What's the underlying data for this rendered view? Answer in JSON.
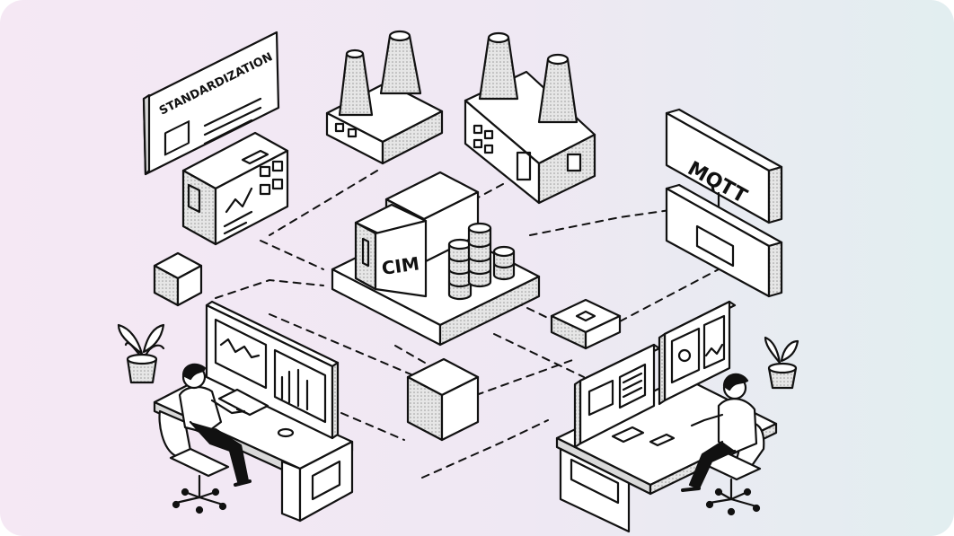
{
  "illustration": {
    "background": {
      "left_color": "#f5e8f4",
      "right_color": "#e2eef0"
    },
    "labels": {
      "standards_board": "STANDARDIZATION",
      "hub": "CIM",
      "protocol_sign": "MQTT"
    },
    "icons": [
      "standardization-board-icon",
      "control-cabinet-icon",
      "small-factory-icon",
      "large-factory-icon",
      "cim-hub-icon",
      "database-stack-icon",
      "mqtt-sign-icon",
      "cube-icon",
      "chip-icon",
      "operator-left-icon",
      "operator-right-icon",
      "plant-pot-icon",
      "office-chair-icon",
      "monitor-icon"
    ],
    "palette": {
      "ink": "#111111",
      "paper": "#ffffff",
      "shade": "#d9d9d9"
    }
  }
}
